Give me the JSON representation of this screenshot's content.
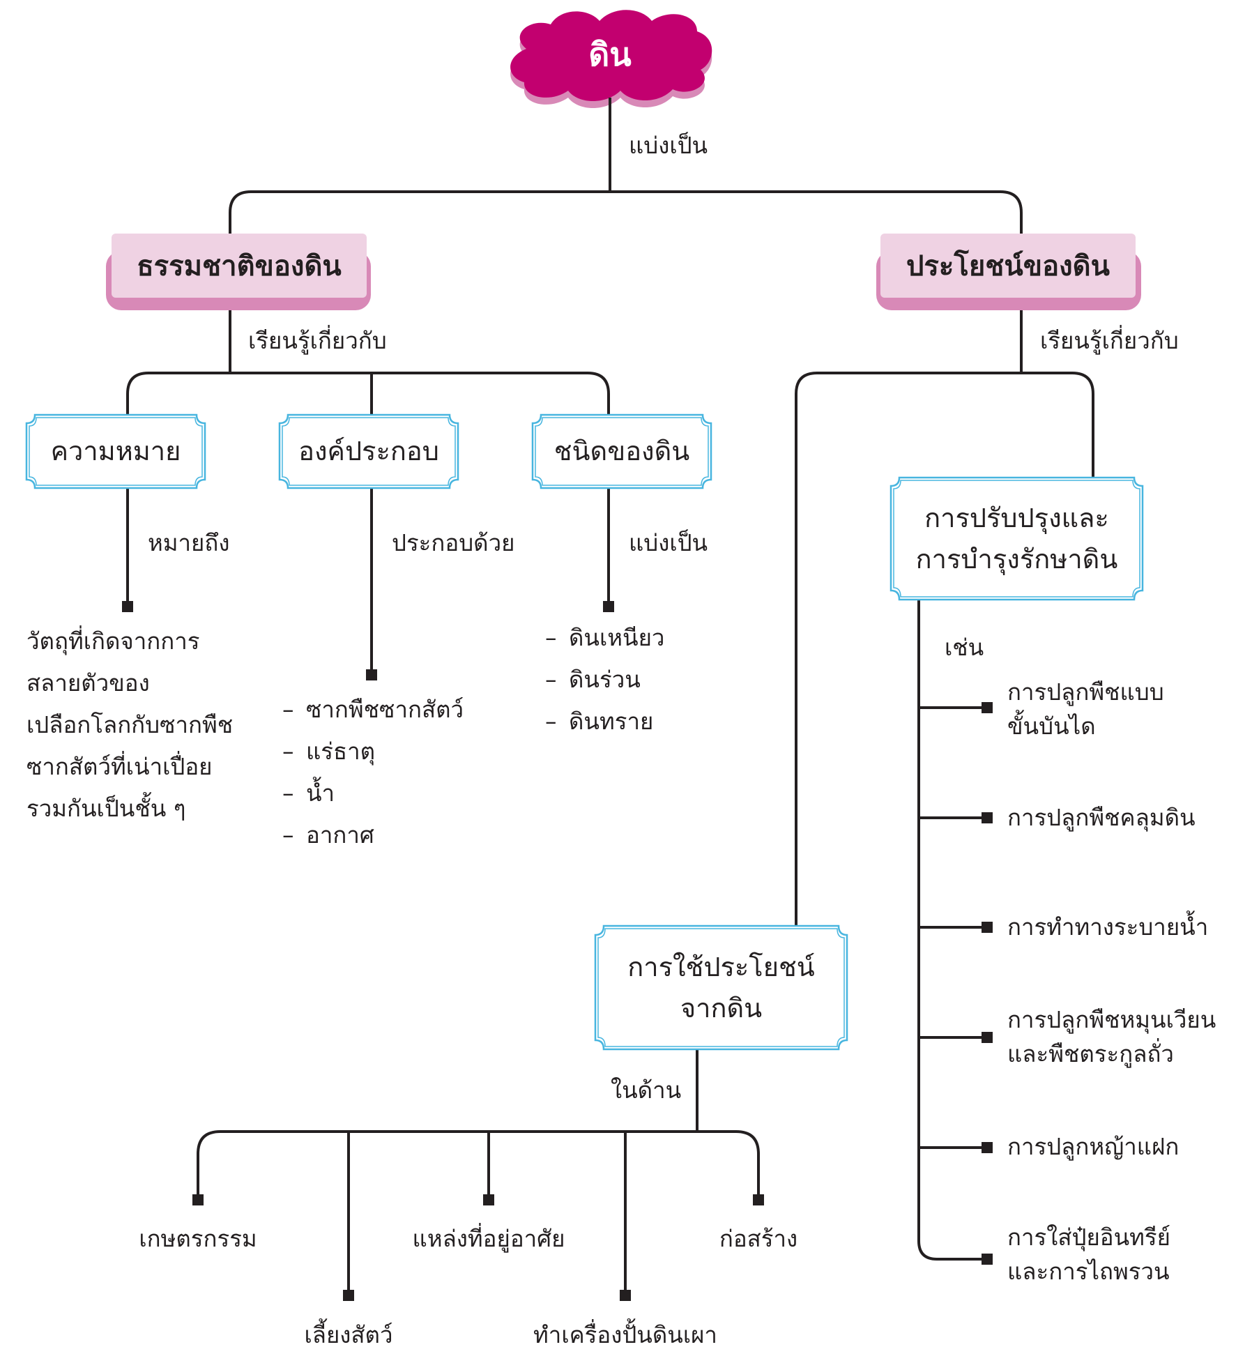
{
  "root": "ดิน",
  "root_edge": "แบ่งเป็น",
  "nature": {
    "title": "ธรรมชาติของดิน",
    "edge": "เรียนรู้เกี่ยวกับ",
    "meaning": {
      "title": "ความหมาย",
      "edge": "หมายถึง",
      "text": [
        "วัตถุที่เกิดจากการ",
        "สลายตัวของ",
        "เปลือกโลกกับซากพืช",
        "ซากสัตว์ที่เน่าเปื่อย",
        "รวมกันเป็นชั้น ๆ"
      ]
    },
    "composition": {
      "title": "องค์ประกอบ",
      "edge": "ประกอบด้วย",
      "items": [
        "ซากพืชซากสัตว์",
        "แร่ธาตุ",
        "น้ำ",
        "อากาศ"
      ]
    },
    "types": {
      "title": "ชนิดของดิน",
      "edge": "แบ่งเป็น",
      "items": [
        "ดินเหนียว",
        "ดินร่วน",
        "ดินทราย"
      ]
    }
  },
  "benefit": {
    "title": "ประโยชน์ของดิน",
    "edge": "เรียนรู้เกี่ยวกับ",
    "improve": {
      "title": [
        "การปรับปรุงและ",
        "การบำรุงรักษาดิน"
      ],
      "edge": "เช่น",
      "items": [
        [
          "การปลูกพืชแบบ",
          "ขั้นบันได"
        ],
        [
          "การปลูกพืชคลุมดิน"
        ],
        [
          "การทำทางระบายน้ำ"
        ],
        [
          "การปลูกพืชหมุนเวียน",
          "และพืชตระกูลถั่ว"
        ],
        [
          "การปลูกหญ้าแฝก"
        ],
        [
          "การใส่ปุ๋ยอินทรีย์",
          "และการไถพรวน"
        ]
      ]
    },
    "usage": {
      "title": [
        "การใช้ประโยชน์",
        "จากดิน"
      ],
      "edge": "ในด้าน",
      "items": [
        "เกษตรกรรม",
        "เลี้ยงสัตว์",
        "แหล่งที่อยู่อาศัย",
        "ทำเครื่องปั้นดินเผา",
        "ก่อสร้าง"
      ]
    }
  },
  "colors": {
    "root_fill": "#c2006f",
    "pink_box": "#efd2e3",
    "pink_shadow": "#d889b7",
    "blue_border": "#47b5df",
    "line": "#231f20"
  }
}
